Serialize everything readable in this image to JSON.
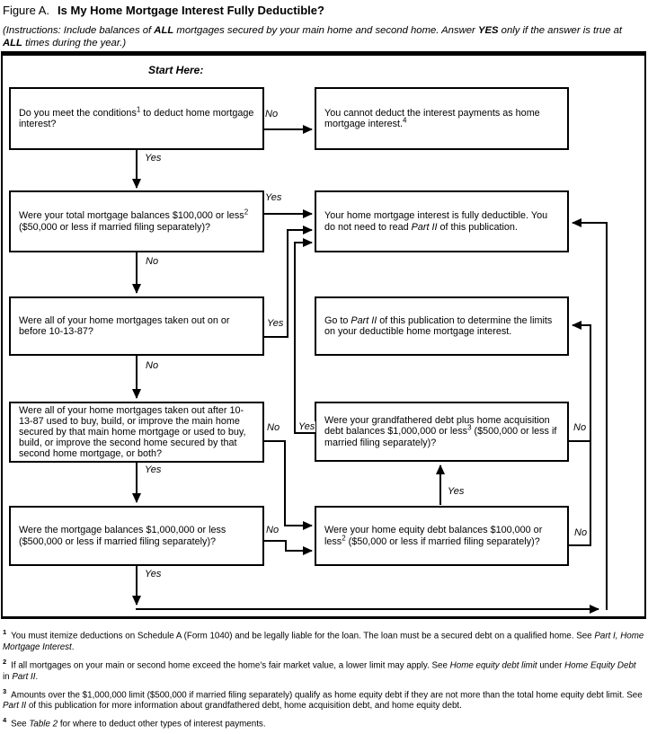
{
  "page": {
    "figure_label": "Figure A.",
    "title": "Is My Home Mortgage Interest Fully Deductible?",
    "instructions_segments": [
      {
        "t": "(Instructions: Include balances of ",
        "s": "i"
      },
      {
        "t": "ALL",
        "s": "bi"
      },
      {
        "t": " mortgages secured by your main home and second home. Answer ",
        "s": "i"
      },
      {
        "t": "YES",
        "s": "bi"
      },
      {
        "t": " only if the answer is true at ",
        "s": "i"
      },
      {
        "t": "ALL",
        "s": "bi"
      },
      {
        "t": " times during the year.)",
        "s": "i"
      }
    ]
  },
  "flowchart": {
    "start_label": "Start Here:",
    "boxes": {
      "conditions": {
        "segments": [
          {
            "t": "Do you meet the conditions"
          },
          {
            "t": "1",
            "s": "sup"
          },
          {
            "t": " to deduct home mortgage interest?"
          }
        ]
      },
      "cannot_deduct": {
        "segments": [
          {
            "t": "You cannot deduct the interest payments as home mortgage interest."
          },
          {
            "t": "4",
            "s": "sup"
          }
        ]
      },
      "total_balances_100k": {
        "segments": [
          {
            "t": "Were your total mortgage balances $100,000 or less"
          },
          {
            "t": "2",
            "s": "sup"
          },
          {
            "t": " ($50,000 or less if married filing separately)?"
          }
        ]
      },
      "fully_deductible": {
        "segments": [
          {
            "t": "Your home mortgage interest is fully deductible. You do not need to read "
          },
          {
            "t": "Part II",
            "s": "i"
          },
          {
            "t": " of this publication."
          }
        ]
      },
      "before_101387": {
        "segments": [
          {
            "t": "Were all of your home mortgages taken out on or before 10-13-87?"
          }
        ]
      },
      "goto_part2": {
        "segments": [
          {
            "t": "Go to "
          },
          {
            "t": "Part II",
            "s": "i"
          },
          {
            "t": " of this publication to determine the limits on your deductible home mortgage interest."
          }
        ]
      },
      "after_101387": {
        "segments": [
          {
            "t": "Were all of your home mortgages taken out after 10-13-87 used to buy, build, or improve the main home secured by that main home mortgage or used to buy, build, or improve the second home secured by that second home mortgage, or both?"
          }
        ]
      },
      "grandfathered": {
        "segments": [
          {
            "t": "Were your grandfathered debt plus home acquisition debt balances $1,000,000 or less"
          },
          {
            "t": "3",
            "s": "sup"
          },
          {
            "t": " ($500,000 or less if married filing separately)?"
          }
        ]
      },
      "balances_1m": {
        "segments": [
          {
            "t": "Were the mortgage balances $1,000,000 or less ($500,000 or less if married filing separately)?"
          }
        ]
      },
      "home_equity": {
        "segments": [
          {
            "t": "Were your home equity debt balances $100,000 or less"
          },
          {
            "t": "2",
            "s": "sup"
          },
          {
            "t": " ($50,000 or less if married filing separately)?"
          }
        ]
      }
    },
    "labels": {
      "conditions_no": "No",
      "conditions_yes": "Yes",
      "balances100k_yes": "Yes",
      "balances100k_no": "No",
      "before87_yes": "Yes",
      "before87_no": "No",
      "after87_no": "No",
      "after87_yes": "Yes",
      "grandfathered_yes": "Yes",
      "grandfathered_no": "No",
      "balances1m_no": "No",
      "balances1m_yes": "Yes",
      "homeequity_yes": "Yes",
      "homeequity_no": "No"
    }
  },
  "footnotes": [
    {
      "marker": "1",
      "segments": [
        {
          "t": "You must itemize deductions on Schedule A (Form 1040) and be legally liable for the loan. The loan must be a secured debt on a qualified home. See "
        },
        {
          "t": "Part I, Home Mortgage Interest",
          "s": "i"
        },
        {
          "t": "."
        }
      ]
    },
    {
      "marker": "2",
      "segments": [
        {
          "t": "If all mortgages on your main or second home exceed the home's fair market value, a lower limit may apply. See "
        },
        {
          "t": "Home equity debt limit",
          "s": "i"
        },
        {
          "t": " under "
        },
        {
          "t": "Home Equity Debt",
          "s": "i"
        },
        {
          "t": " in "
        },
        {
          "t": "Part II",
          "s": "i"
        },
        {
          "t": "."
        }
      ]
    },
    {
      "marker": "3",
      "segments": [
        {
          "t": "Amounts over the $1,000,000 limit ($500,000 if married filing separately) qualify as home equity debt if they are not more than the total home equity debt limit. See "
        },
        {
          "t": "Part II",
          "s": "i"
        },
        {
          "t": " of this publication for more information about grandfathered debt, home acquisition debt, and home equity debt."
        }
      ]
    },
    {
      "marker": "4",
      "segments": [
        {
          "t": "See "
        },
        {
          "t": "Table 2",
          "s": "i"
        },
        {
          "t": " for where to deduct other types of interest payments."
        }
      ]
    }
  ]
}
